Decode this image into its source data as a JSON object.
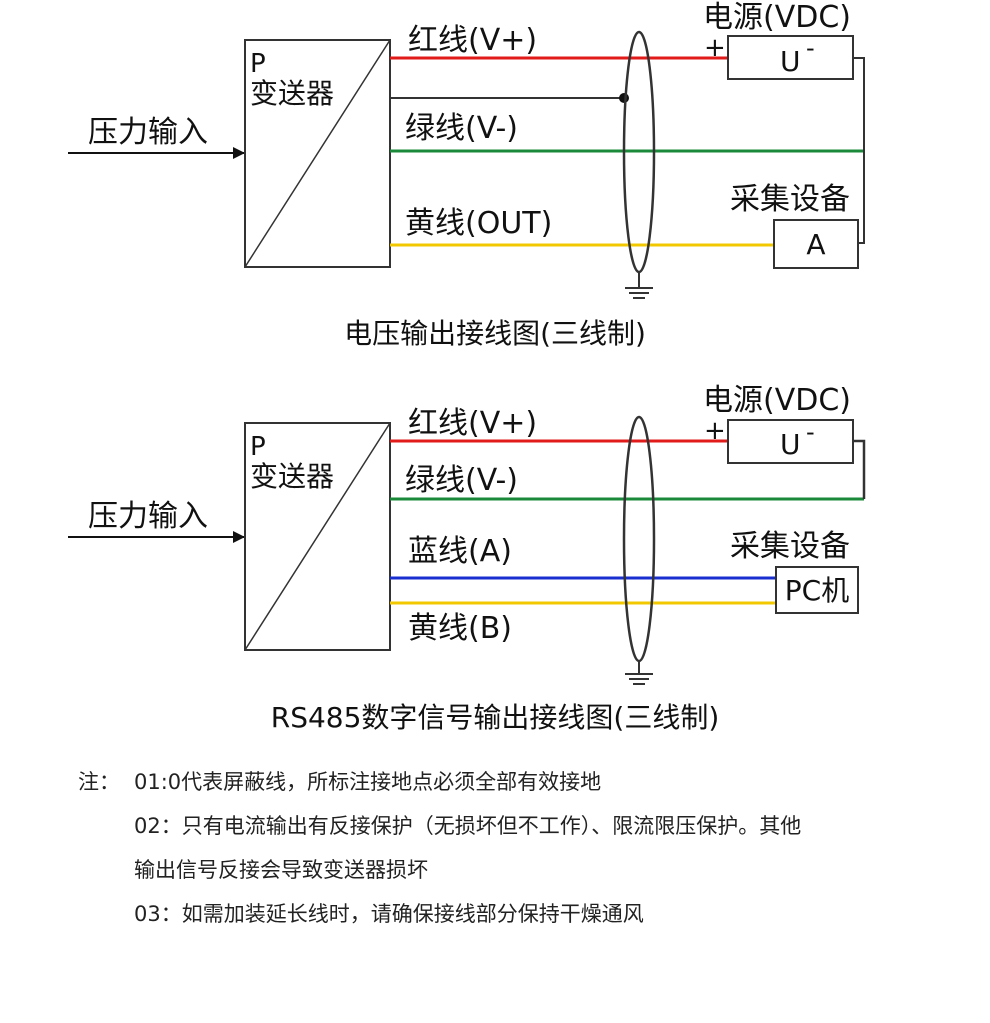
{
  "diagram1": {
    "input_label": "压力输入",
    "transmitter_p": "P",
    "transmitter_label": "变送器",
    "red_wire": "红线(V+)",
    "green_wire": "绿线(V-)",
    "yellow_wire": "黄线(OUT)",
    "power_label": "电源(VDC)",
    "plus_sign": "+",
    "power_symbol": "U",
    "minus_sign": "-",
    "device_label": "采集设备",
    "device_symbol": "A",
    "caption": "电压输出接线图(三线制)"
  },
  "diagram2": {
    "input_label": "压力输入",
    "transmitter_p": "P",
    "transmitter_label": "变送器",
    "red_wire": "红线(V+)",
    "green_wire": "绿线(V-)",
    "blue_wire": "蓝线(A)",
    "yellow_wire": "黄线(B)",
    "power_label": "电源(VDC)",
    "plus_sign": "+",
    "power_symbol": "U",
    "minus_sign": "-",
    "device_label": "采集设备",
    "device_symbol": "PC机",
    "caption": "RS485数字信号输出接线图(三线制)"
  },
  "notes": {
    "prefix": "注：",
    "n1": "01:0代表屏蔽线，所标注接地点必须全部有效接地",
    "n2a": "02：只有电流输出有反接保护（无损坏但不工作）、限流限压保护。其他",
    "n2b": "输出信号反接会导致变送器损坏",
    "n3": "03：如需加装延长线时，请确保接线部分保持干燥通风"
  },
  "colors": {
    "red": "#e11a1a",
    "green": "#1a8a3a",
    "yellow": "#f2c800",
    "blue": "#1a2fd0",
    "line": "#2a2a2a"
  }
}
